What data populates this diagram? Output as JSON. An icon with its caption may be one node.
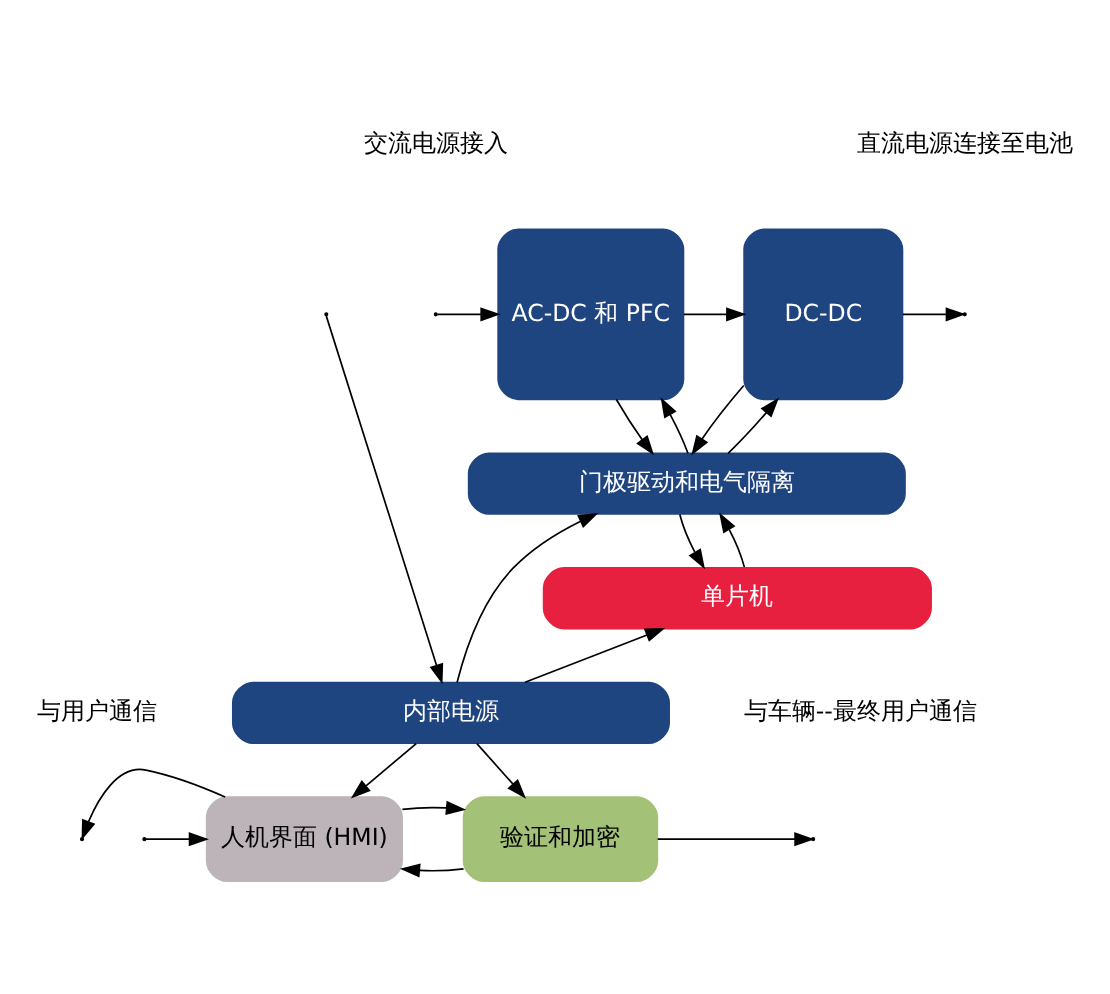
{
  "diagram": {
    "nodes": [
      {
        "text": [
          "AC-DC 和 PFC"
        ]
      },
      {
        "text": [
          "DC-DC"
        ]
      },
      {
        "text": [
          "门极驱动和电气隔离"
        ]
      },
      {
        "text": [
          "单片机"
        ]
      },
      {
        "text": [
          "内部电源"
        ]
      },
      {
        "text": [
          "人机界面 (HMI)"
        ]
      },
      {
        "text": [
          "验证和加密"
        ]
      }
    ],
    "edges": [
      {
        "from": null,
        "to": 0,
        "arrow": "to"
      },
      {
        "from": null,
        "to": 4,
        "arrow": "to"
      },
      {
        "from": 0,
        "to": 1,
        "arrow": "to"
      },
      {
        "from": 1,
        "to": null,
        "arrow": "to"
      },
      {
        "from": 0,
        "to": 2,
        "arrow": "to"
      },
      {
        "from": 2,
        "to": 0,
        "arrow": "to"
      },
      {
        "from": 1,
        "to": 2,
        "arrow": "to"
      },
      {
        "from": 2,
        "to": 1,
        "arrow": "to"
      },
      {
        "from": 2,
        "to": 3,
        "arrow": "to"
      },
      {
        "from": 3,
        "to": 2,
        "arrow": "to"
      },
      {
        "from": 4,
        "to": 3,
        "arrow": "to"
      },
      {
        "from": 4,
        "to": 2,
        "arrow": "to"
      },
      {
        "from": 4,
        "to": 5,
        "arrow": "to"
      },
      {
        "from": 4,
        "to": 6,
        "arrow": "to"
      },
      {
        "from": 5,
        "to": null,
        "arrow": "to"
      },
      {
        "from": null,
        "to": 5,
        "arrow": "to"
      },
      {
        "from": 6,
        "to": 5,
        "arrow": "to"
      },
      {
        "from": 5,
        "to": 6,
        "arrow": "to"
      },
      {
        "from": 6,
        "to": null,
        "arrow": "to"
      }
    ],
    "labels": [
      "交流电源接入",
      "直流电源连接至电池",
      "与用户通信",
      "与车辆--最终用户通信"
    ]
  }
}
